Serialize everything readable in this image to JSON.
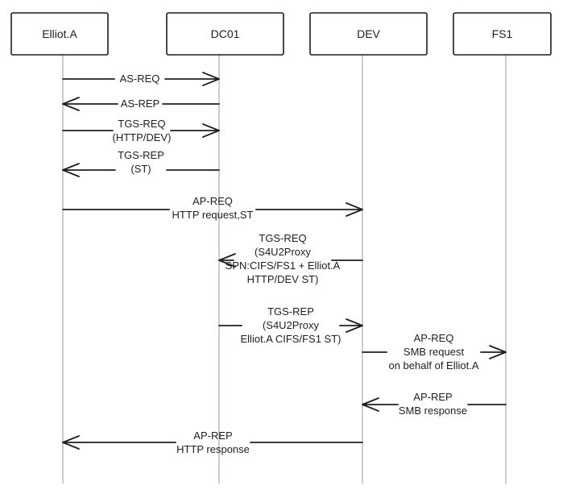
{
  "participants": [
    {
      "id": "elliot",
      "label": "Elliot.A"
    },
    {
      "id": "dc01",
      "label": "DC01"
    },
    {
      "id": "dev",
      "label": "DEV"
    },
    {
      "id": "fs1",
      "label": "FS1"
    }
  ],
  "messages": [
    {
      "from": "elliot",
      "to": "dc01",
      "lines": [
        "AS-REQ"
      ]
    },
    {
      "from": "dc01",
      "to": "elliot",
      "lines": [
        "AS-REP"
      ]
    },
    {
      "from": "elliot",
      "to": "dc01",
      "lines": [
        "TGS-REQ",
        "(HTTP/DEV)"
      ]
    },
    {
      "from": "dc01",
      "to": "elliot",
      "lines": [
        "TGS-REP",
        "(ST)"
      ]
    },
    {
      "from": "elliot",
      "to": "dev",
      "lines": [
        "AP-REQ",
        "HTTP request,ST"
      ]
    },
    {
      "from": "dev",
      "to": "dc01",
      "lines": [
        "TGS-REQ",
        "(S4U2Proxy",
        "SPN:CIFS/FS1 + Elliot.A",
        "HTTP/DEV ST)"
      ]
    },
    {
      "from": "dc01",
      "to": "dev",
      "lines": [
        "TGS-REP",
        "(S4U2Proxy",
        "Elliot.A CIFS/FS1 ST)"
      ]
    },
    {
      "from": "dev",
      "to": "fs1",
      "lines": [
        "AP-REQ",
        "SMB request",
        "on behalf of Elliot.A"
      ]
    },
    {
      "from": "fs1",
      "to": "dev",
      "lines": [
        "AP-REP",
        "SMB response"
      ]
    },
    {
      "from": "dev",
      "to": "elliot",
      "lines": [
        "AP-REP",
        "HTTP response"
      ]
    }
  ]
}
